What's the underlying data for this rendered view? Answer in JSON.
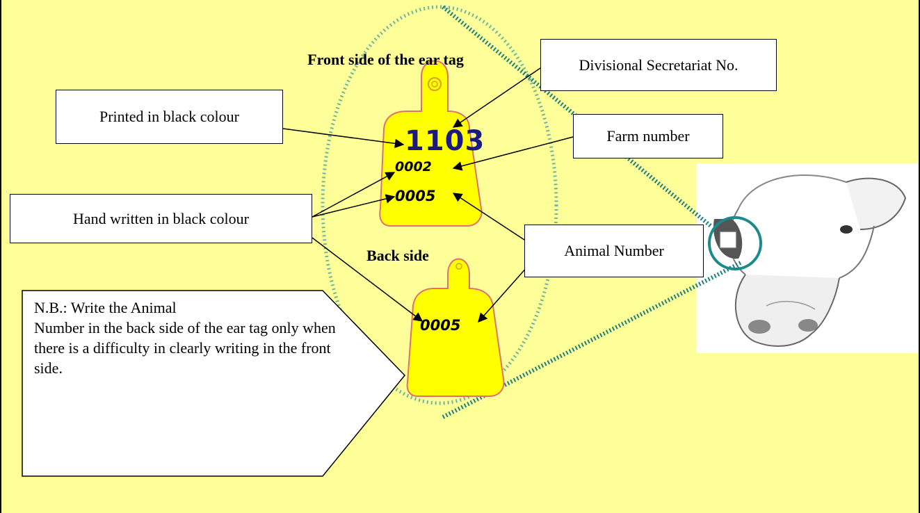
{
  "headings": {
    "front": "Front side of the ear tag",
    "back": "Back side"
  },
  "labels": {
    "printed": "Printed in black colour",
    "handwritten": "Hand written in black colour",
    "divisional": "Divisional Secretariat No.",
    "farm": "Farm number",
    "animal": "Animal Number"
  },
  "tag_values": {
    "divisional_no": "1103",
    "farm_no": "0002",
    "animal_no_front": "0005",
    "animal_no_back": "0005"
  },
  "note": "N.B.: Write the Animal\n Number in the back side of the ear tag only when there is a difficulty in clearly writing in the front side.",
  "colors": {
    "background": "#ffff99",
    "tag_fill": "#ffff00",
    "tag_outline": "#e07070",
    "dotted_lines": "#1a7f80",
    "printed_number": "#1a1a80",
    "highlight_circle": "#1a8a8a"
  },
  "icons": {
    "cow": "cow-head-sketch"
  }
}
